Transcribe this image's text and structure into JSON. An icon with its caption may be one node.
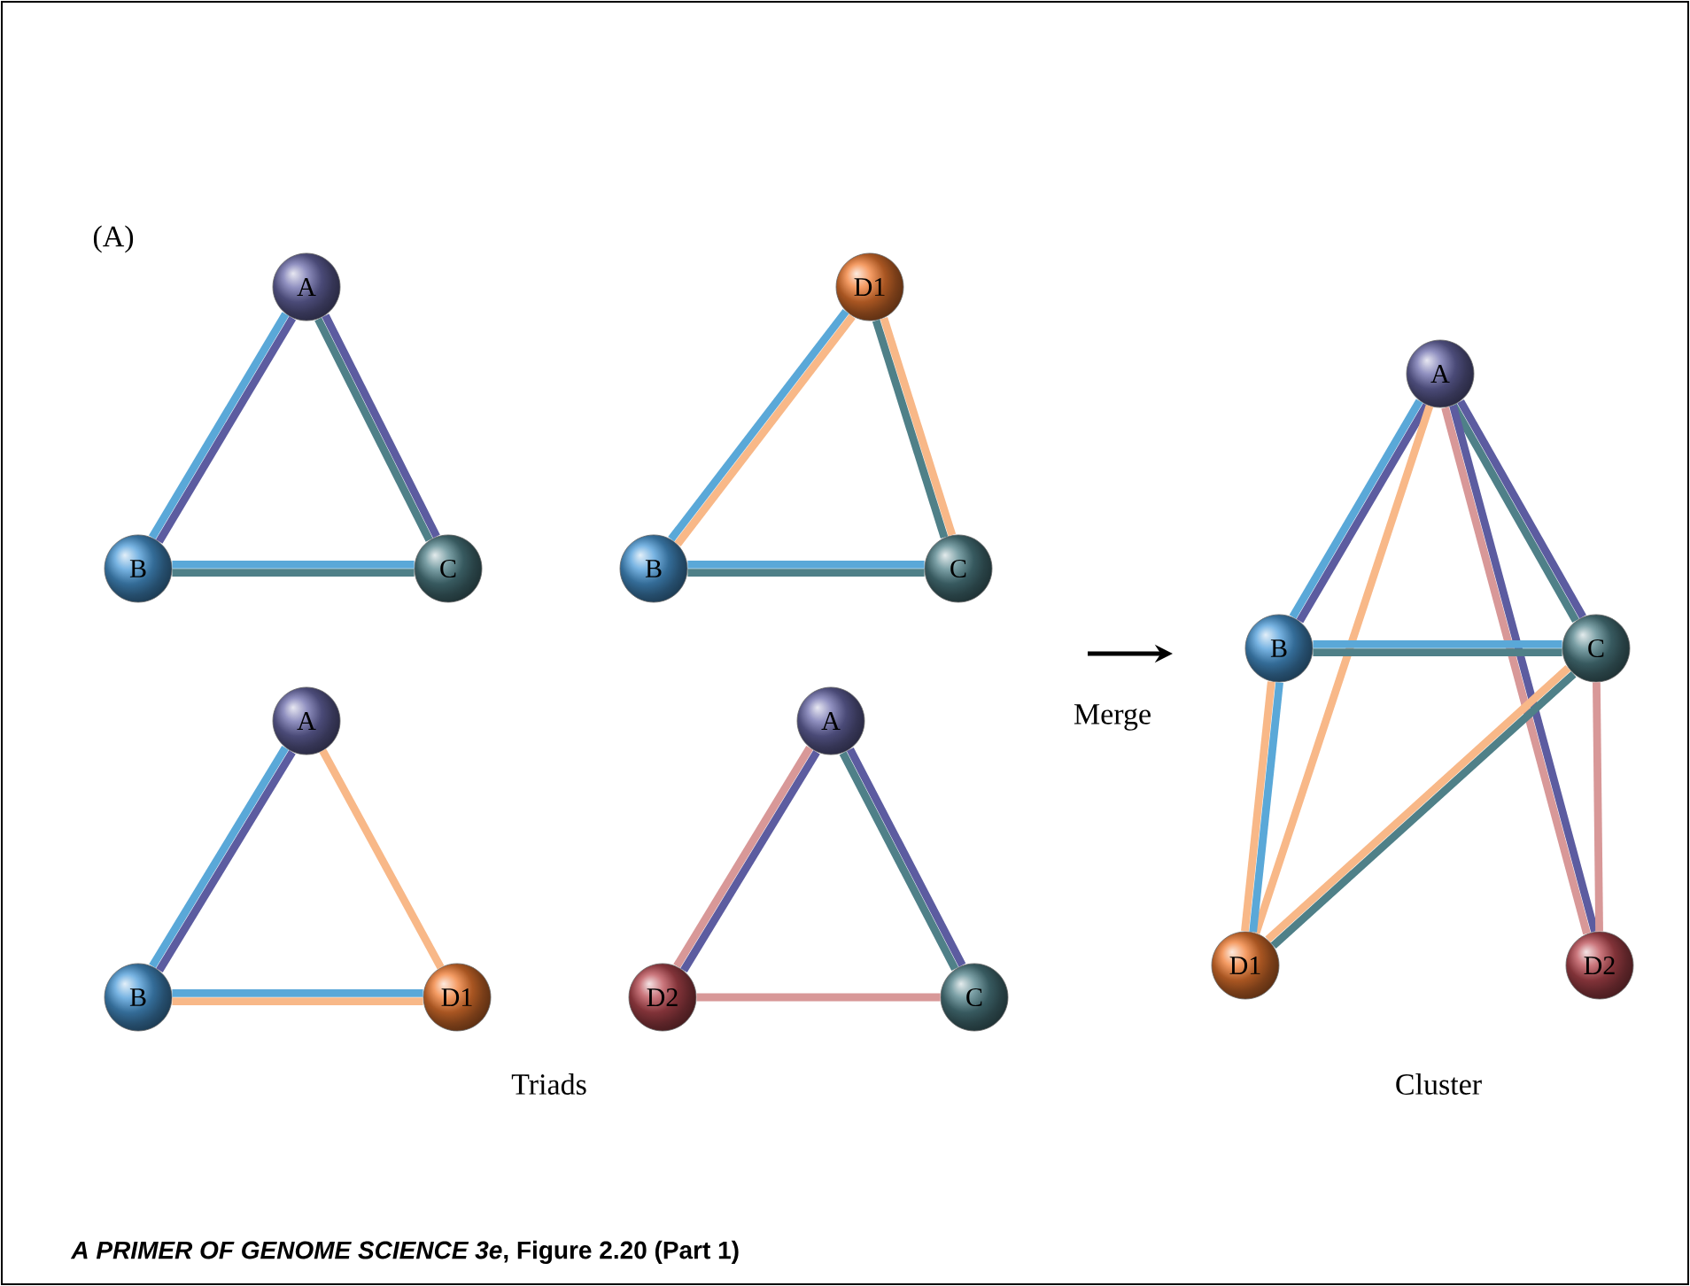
{
  "diagram": {
    "caption": "*A PRIMER OF GENOME SCIENCE 3e*, Figure 2.20 (Part 1)",
    "nodes": [
      {
        "text": [
          "A"
        ]
      },
      {
        "text": [
          "B"
        ]
      },
      {
        "text": [
          "C"
        ]
      },
      {
        "text": [
          "D1"
        ]
      },
      {
        "text": [
          "B"
        ]
      },
      {
        "text": [
          "C"
        ]
      },
      {
        "text": [
          "A"
        ]
      },
      {
        "text": [
          "B"
        ]
      },
      {
        "text": [
          "D1"
        ]
      },
      {
        "text": [
          "A"
        ]
      },
      {
        "text": [
          "D2"
        ]
      },
      {
        "text": [
          "C"
        ]
      },
      {
        "text": [
          "A"
        ]
      },
      {
        "text": [
          "B"
        ]
      },
      {
        "text": [
          "C"
        ]
      },
      {
        "text": [
          "D1"
        ]
      },
      {
        "text": [
          "D2"
        ]
      }
    ],
    "edges": [
      {
        "from": 0,
        "to": 1,
        "arrow": "none",
        "color": "#5c5ca0"
      },
      {
        "from": 0,
        "to": 1,
        "arrow": "none",
        "color": "#5aa8d8"
      },
      {
        "from": 0,
        "to": 2,
        "arrow": "none",
        "color": "#5c5ca0"
      },
      {
        "from": 0,
        "to": 2,
        "arrow": "none",
        "color": "#4f8088"
      },
      {
        "from": 1,
        "to": 2,
        "arrow": "none",
        "color": "#5aa8d8"
      },
      {
        "from": 1,
        "to": 2,
        "arrow": "none",
        "color": "#4f8088"
      },
      {
        "from": 3,
        "to": 4,
        "arrow": "none",
        "color": "#f8b888"
      },
      {
        "from": 3,
        "to": 4,
        "arrow": "none",
        "color": "#5aa8d8"
      },
      {
        "from": 3,
        "to": 5,
        "arrow": "none",
        "color": "#f8b888"
      },
      {
        "from": 3,
        "to": 5,
        "arrow": "none",
        "color": "#4f8088"
      },
      {
        "from": 4,
        "to": 5,
        "arrow": "none",
        "color": "#5aa8d8"
      },
      {
        "from": 4,
        "to": 5,
        "arrow": "none",
        "color": "#4f8088"
      },
      {
        "from": 6,
        "to": 7,
        "arrow": "none",
        "color": "#5c5ca0"
      },
      {
        "from": 6,
        "to": 7,
        "arrow": "none",
        "color": "#5aa8d8"
      },
      {
        "from": 6,
        "to": 8,
        "arrow": "none",
        "color": "#f8b888"
      },
      {
        "from": 7,
        "to": 8,
        "arrow": "none",
        "color": "#5aa8d8"
      },
      {
        "from": 7,
        "to": 8,
        "arrow": "none",
        "color": "#f8b888"
      },
      {
        "from": 9,
        "to": 10,
        "arrow": "none",
        "color": "#5c5ca0"
      },
      {
        "from": 9,
        "to": 10,
        "arrow": "none",
        "color": "#d89898"
      },
      {
        "from": 9,
        "to": 11,
        "arrow": "none",
        "color": "#5c5ca0"
      },
      {
        "from": 9,
        "to": 11,
        "arrow": "none",
        "color": "#4f8088"
      },
      {
        "from": 10,
        "to": 11,
        "arrow": "none",
        "color": "#d89898"
      },
      {
        "from": 12,
        "to": 13,
        "arrow": "none",
        "color": "#5c5ca0"
      },
      {
        "from": 12,
        "to": 13,
        "arrow": "none",
        "color": "#5aa8d8"
      },
      {
        "from": 12,
        "to": 14,
        "arrow": "none",
        "color": "#5c5ca0"
      },
      {
        "from": 12,
        "to": 14,
        "arrow": "none",
        "color": "#4f8088"
      },
      {
        "from": 12,
        "to": 15,
        "arrow": "none",
        "color": "#f8b888"
      },
      {
        "from": 12,
        "to": 16,
        "arrow": "none",
        "color": "#5c5ca0"
      },
      {
        "from": 12,
        "to": 16,
        "arrow": "none",
        "color": "#d89898"
      },
      {
        "from": 13,
        "to": 14,
        "arrow": "none",
        "color": "#5aa8d8"
      },
      {
        "from": 13,
        "to": 14,
        "arrow": "none",
        "color": "#4f8088"
      },
      {
        "from": 13,
        "to": 15,
        "arrow": "none",
        "color": "#5aa8d8"
      },
      {
        "from": 13,
        "to": 15,
        "arrow": "none",
        "color": "#f8b888"
      },
      {
        "from": 14,
        "to": 15,
        "arrow": "none",
        "color": "#4f8088"
      },
      {
        "from": 14,
        "to": 15,
        "arrow": "none",
        "color": "#f8b888"
      },
      {
        "from": 14,
        "to": 16,
        "arrow": "none",
        "color": "#d89898"
      }
    ],
    "labels": [
      "(A)",
      "Merge",
      "Triads",
      "Cluster"
    ]
  }
}
